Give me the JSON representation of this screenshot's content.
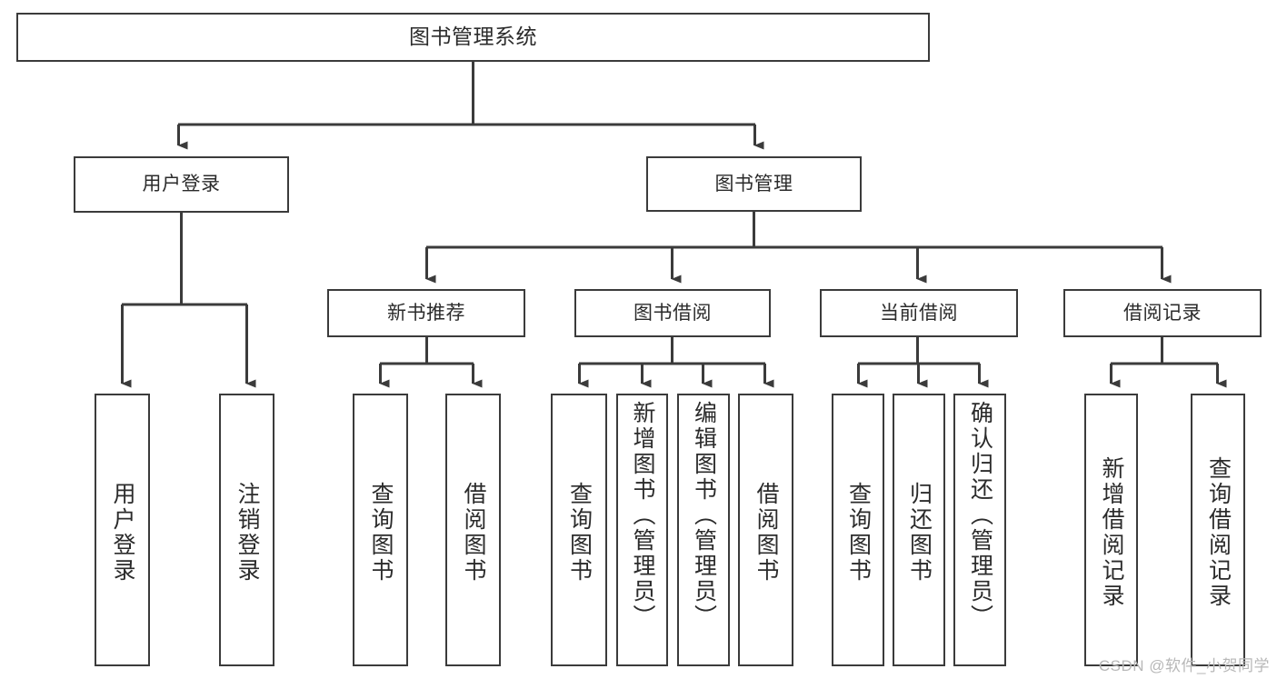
{
  "diagram": {
    "type": "tree",
    "title": "图书管理系统",
    "background": "#ffffff",
    "line_color": "#3b3b3b",
    "box_border_color": "#3b3b3b",
    "text_color": "#2b2b2b",
    "root": {
      "id": "root",
      "label": "图书管理系统",
      "orientation": "horizontal"
    },
    "level2": [
      {
        "id": "user-login",
        "label": "用户登录",
        "orientation": "horizontal"
      },
      {
        "id": "book-manage",
        "label": "图书管理",
        "orientation": "horizontal"
      }
    ],
    "level3": [
      {
        "id": "new-book-recommend",
        "label": "新书推荐",
        "orientation": "horizontal",
        "parent": "book-manage"
      },
      {
        "id": "book-borrow",
        "label": "图书借阅",
        "orientation": "horizontal",
        "parent": "book-manage"
      },
      {
        "id": "current-borrow",
        "label": "当前借阅",
        "orientation": "horizontal",
        "parent": "book-manage"
      },
      {
        "id": "borrow-record",
        "label": "借阅记录",
        "orientation": "horizontal",
        "parent": "book-manage"
      }
    ],
    "leaves": [
      {
        "id": "leaf-user-login",
        "label": "用户登录",
        "parent": "user-login",
        "orientation": "vertical"
      },
      {
        "id": "leaf-user-logout",
        "label": "注销登录",
        "parent": "user-login",
        "orientation": "vertical"
      },
      {
        "id": "leaf-query-book-1",
        "label": "查询图书",
        "parent": "new-book-recommend",
        "orientation": "vertical"
      },
      {
        "id": "leaf-borrow-book-1",
        "label": "借阅图书",
        "parent": "new-book-recommend",
        "orientation": "vertical"
      },
      {
        "id": "leaf-query-book-2",
        "label": "查询图书",
        "parent": "book-borrow",
        "orientation": "vertical"
      },
      {
        "id": "leaf-add-book",
        "label": "新增图书（管理员）",
        "parent": "book-borrow",
        "orientation": "vertical"
      },
      {
        "id": "leaf-edit-book",
        "label": "编辑图书（管理员）",
        "parent": "book-borrow",
        "orientation": "vertical"
      },
      {
        "id": "leaf-borrow-book-2",
        "label": "借阅图书",
        "parent": "book-borrow",
        "orientation": "vertical"
      },
      {
        "id": "leaf-query-book-3",
        "label": "查询图书",
        "parent": "current-borrow",
        "orientation": "vertical"
      },
      {
        "id": "leaf-return-book",
        "label": "归还图书",
        "parent": "current-borrow",
        "orientation": "vertical"
      },
      {
        "id": "leaf-confirm-return",
        "label": "确认归还（管理员）",
        "parent": "current-borrow",
        "orientation": "vertical"
      },
      {
        "id": "leaf-add-record",
        "label": "新增借阅记录",
        "parent": "borrow-record",
        "orientation": "vertical"
      },
      {
        "id": "leaf-query-record",
        "label": "查询借阅记录",
        "parent": "borrow-record",
        "orientation": "vertical"
      }
    ]
  },
  "watermark": {
    "text": "CSDN @软件_小贺同学"
  }
}
